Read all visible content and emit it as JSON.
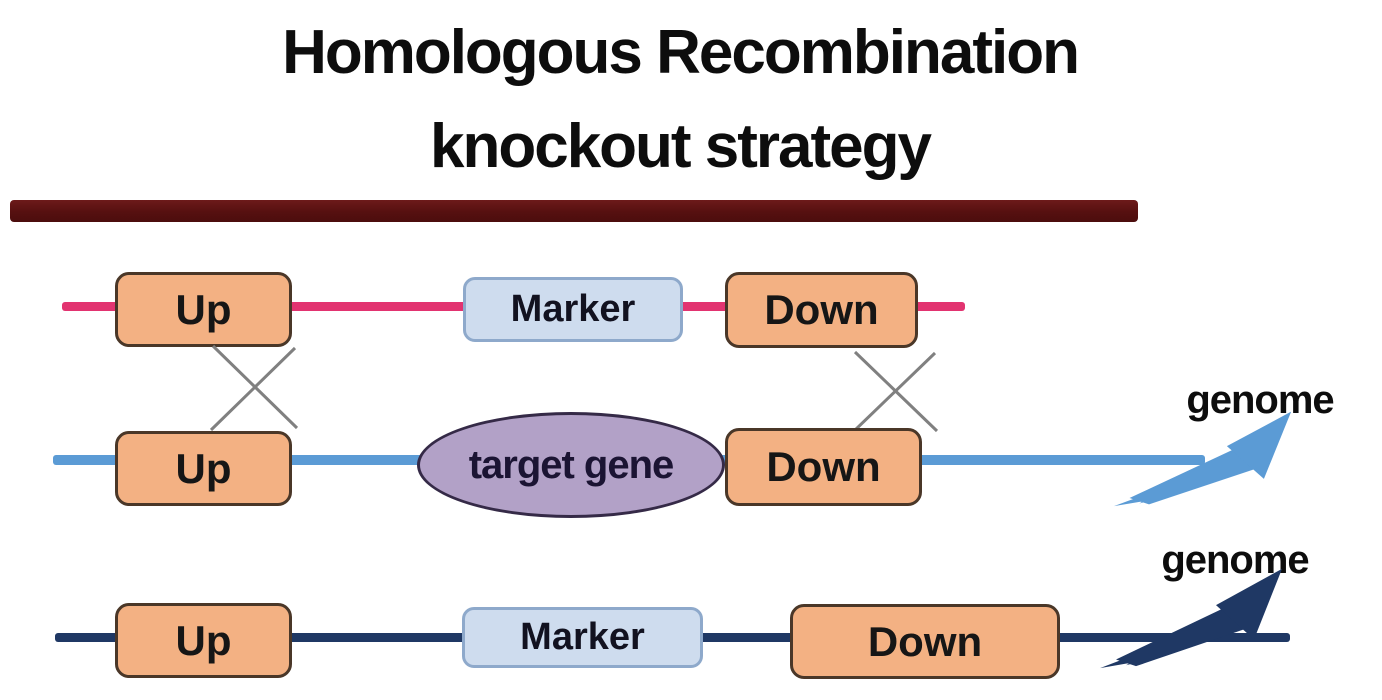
{
  "diagram": {
    "title_line1": "Homologous Recombination",
    "title_line2": "knockout strategy",
    "construct_row": {
      "up_label": "Up",
      "marker_label": "Marker",
      "down_label": "Down"
    },
    "genome_row": {
      "up_label": "Up",
      "target_gene_label": "target gene",
      "down_label": "Down",
      "genome_label": "genome"
    },
    "result_row": {
      "up_label": "Up",
      "marker_label": "Marker",
      "down_label": "Down",
      "genome_label": "genome"
    },
    "colors": {
      "construct_line": "#e23370",
      "genome_line": "#5b9bd5",
      "result_line": "#1f3864",
      "homology_box_fill": "#f3b183",
      "homology_box_border": "#4a3728",
      "marker_box_fill": "#cedcee",
      "marker_box_border": "#8ea9cb",
      "target_gene_fill": "#b2a1c7",
      "target_gene_border": "#352a47",
      "divider": "#5c1414",
      "crossover": "#808080"
    }
  }
}
